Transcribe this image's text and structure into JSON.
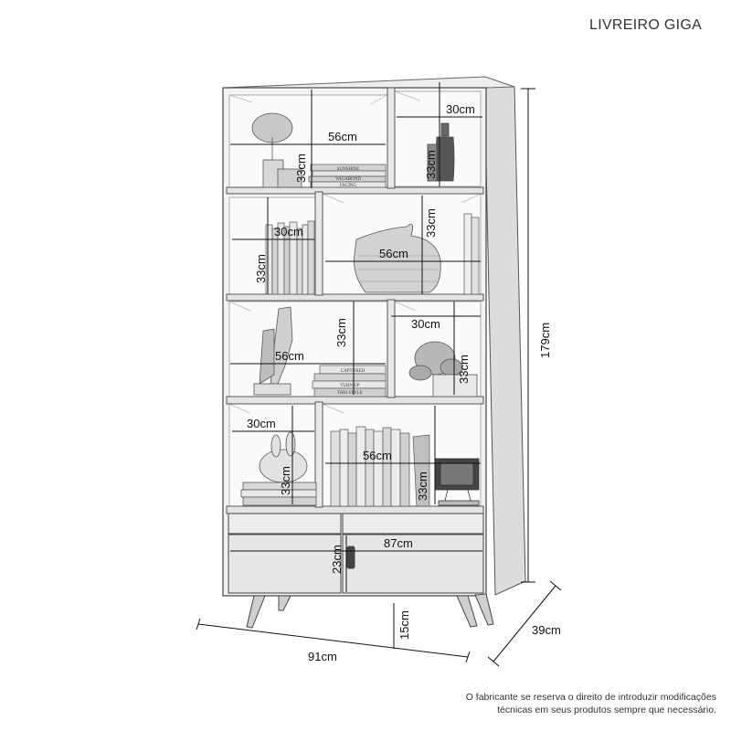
{
  "title": "LIVREIRO GIGA",
  "disclaimer": [
    "O fabricante se reserva o direito de introduzir modificações",
    "técnicas em seus produtos sempre que necessário."
  ],
  "dimensions": {
    "width": "91cm",
    "height": "179cm",
    "depth": "39cm",
    "feet": "15cm",
    "drawer_height": "23cm",
    "drawer_width": "87cm",
    "niche_wide": "56cm",
    "niche_narrow": "30cm",
    "niche_height": "33cm"
  },
  "book_titles": [
    "SUNSHINE",
    "VAGABOND",
    "FACING",
    "CAPTURED",
    "TURN UP",
    "THIS STYLE"
  ]
}
